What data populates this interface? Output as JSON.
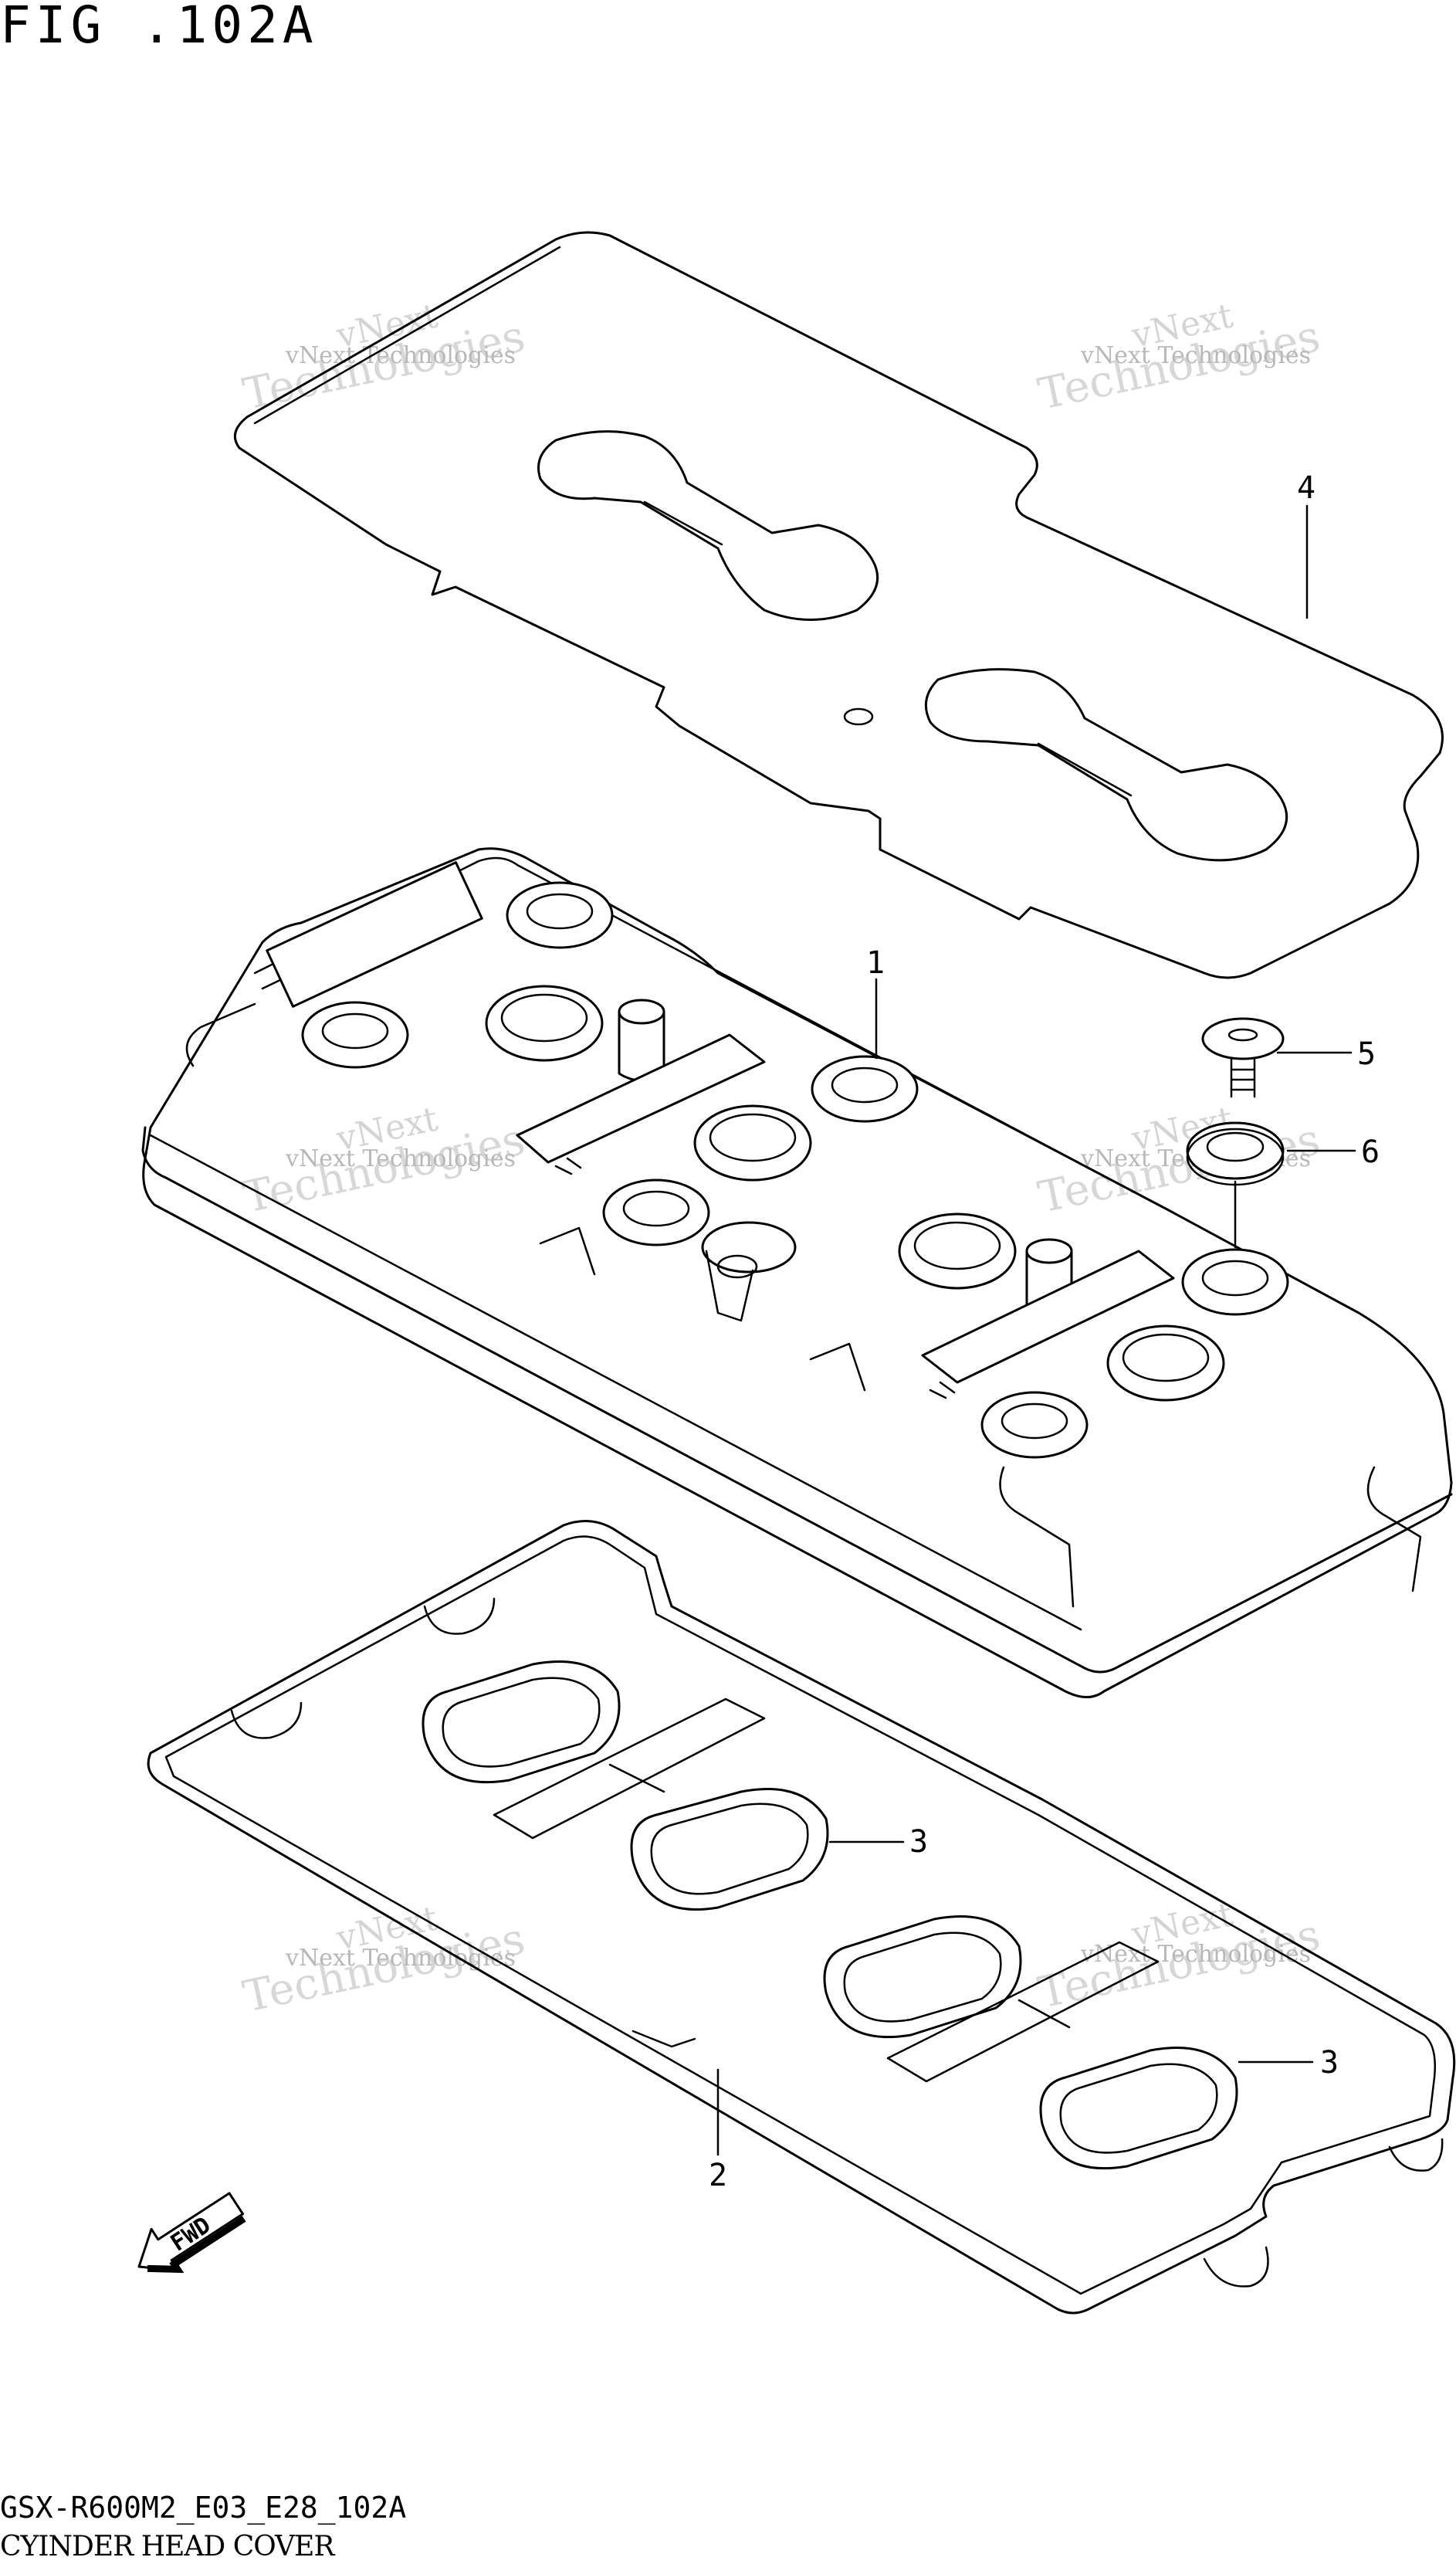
{
  "figure": {
    "title": "FIG .102A",
    "code": "GSX-R600M2_E03_E28_102A",
    "name": "CYINDER HEAD COVER"
  },
  "watermark": {
    "line1": "vNext Technologies",
    "line2": "vNext",
    "line3": "Technologies"
  },
  "fwd_label": "FWD",
  "callouts": [
    {
      "id": "1",
      "label": "1"
    },
    {
      "id": "2",
      "label": "2"
    },
    {
      "id": "3a",
      "label": "3"
    },
    {
      "id": "3b",
      "label": "3"
    },
    {
      "id": "4",
      "label": "4"
    },
    {
      "id": "5",
      "label": "5"
    },
    {
      "id": "6",
      "label": "6"
    }
  ]
}
